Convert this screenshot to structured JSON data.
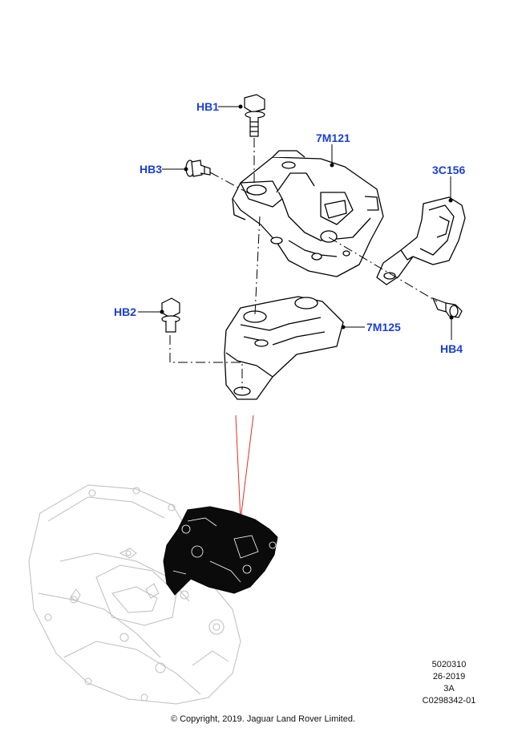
{
  "callouts": {
    "hb1": "HB1",
    "hb3": "HB3",
    "mount_7m121": "7M121",
    "shield_3c156": "3C156",
    "hb2": "HB2",
    "bracket_7m125": "7M125",
    "hb4": "HB4"
  },
  "reference": {
    "line1": "5020310",
    "line2": "26-2019",
    "line3": "3A",
    "line4": "C0298342-01"
  },
  "copyright": "© Copyright, 2019. Jaguar Land Rover Limited.",
  "colors": {
    "callout": "#1a3fd6",
    "line": "#000000",
    "pointer": "#e0301e",
    "ghost": "#bdbdbd"
  }
}
